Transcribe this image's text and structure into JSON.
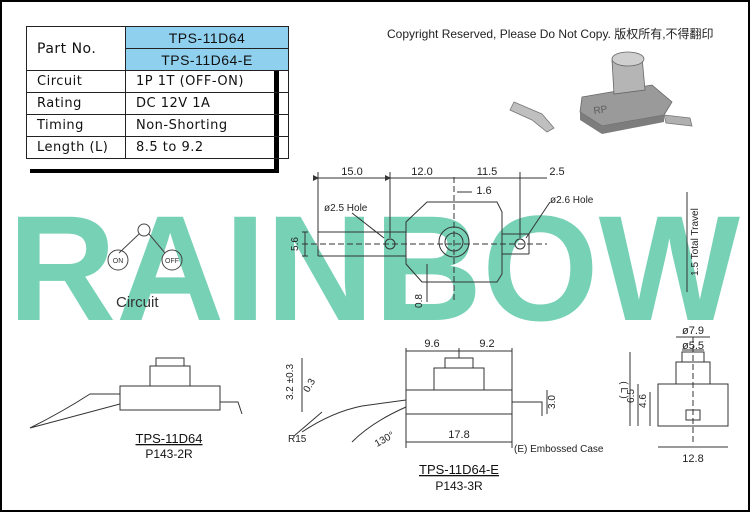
{
  "copyright": "Copyright Reserved, Please Do Not Copy. 版权所有,不得翻印",
  "watermark": "RAINBOW",
  "table": {
    "part_no_label": "Part No.",
    "models": [
      "TPS-11D64",
      "TPS-11D64-E"
    ],
    "rows": [
      {
        "label": "Circuit",
        "value": "1P 1T (OFF-ON)"
      },
      {
        "label": "Rating",
        "value": "DC 12V 1A"
      },
      {
        "label": "Timing",
        "value": "Non-Shorting"
      },
      {
        "label": "Length (L)",
        "value": "8.5 to 9.2"
      }
    ]
  },
  "circuit": {
    "label": "Circuit",
    "on": "ON",
    "off": "OFF"
  },
  "product_mark": "RP",
  "top_view": {
    "dims": [
      "15.0",
      "12.0",
      "11.5",
      "2.5",
      "1.6"
    ],
    "hole_left": "ø2.5 Hole",
    "hole_right": "ø2.6 Hole",
    "height": "5.6",
    "offset": "0.8",
    "travel": "1.5 Total Travel"
  },
  "model_a": {
    "name": "TPS-11D64",
    "code": "P143-2R"
  },
  "model_b": {
    "name": "TPS-11D64-E",
    "code": "P143-3R",
    "dims": [
      "9.6",
      "9.2",
      "3.2 ±0.3",
      "0.3",
      "R15",
      "130°",
      "17.8",
      "3.0"
    ],
    "embossed": "(E) Embossed Case"
  },
  "side_view": {
    "dims": [
      "ø7.9",
      "ø5.5",
      "( L )",
      "6.5",
      "4.6",
      "12.8"
    ]
  }
}
